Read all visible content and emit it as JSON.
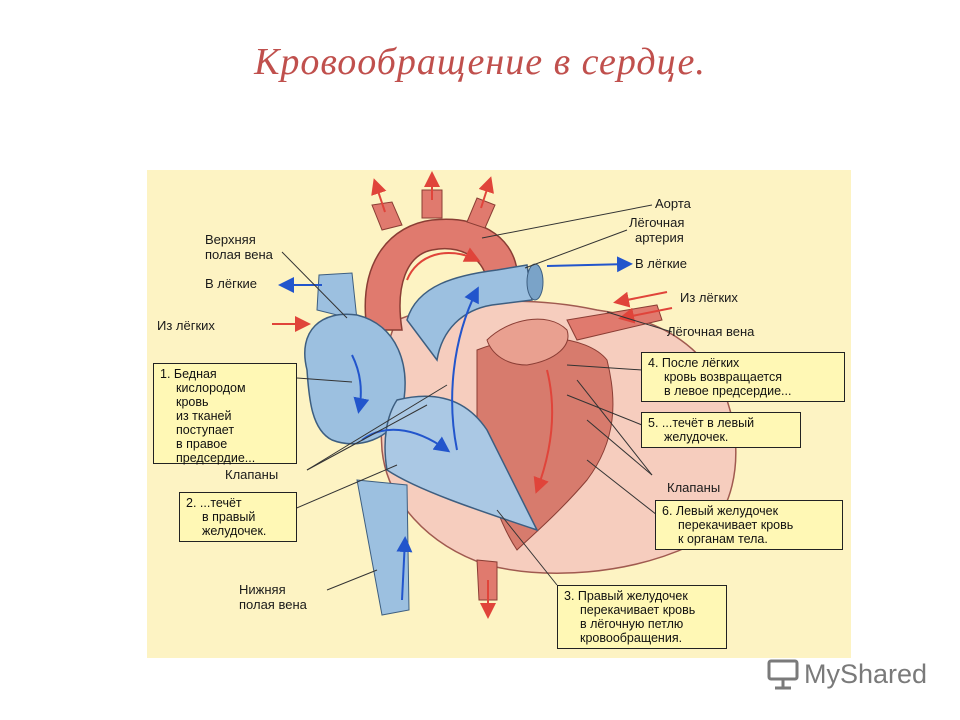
{
  "title": "Кровообращение в сердце.",
  "colors": {
    "title": "#c0504d",
    "background_panel": "#fdf3c3",
    "oxygen_poor": "#9cc0e0",
    "oxygen_rich": "#e07a6e",
    "arrow_blue": "#2255cc",
    "arrow_red": "#e0443a",
    "box_fill": "#fff8b5"
  },
  "labels": {
    "aorta": "Аорта",
    "pulmonary_artery_1": "Лёгочная",
    "pulmonary_artery_2": "артерия",
    "to_lungs_right": "В лёгкие",
    "superior_vena_1": "Верхняя",
    "superior_vena_2": "полая вена",
    "to_lungs_left": "В лёгкие",
    "from_lungs_left": "Из лёгких",
    "from_lungs_right": "Из лёгких",
    "pulmonary_vein": "Лёгочная вена",
    "valves_left": "Клапаны",
    "valves_right": "Клапаны",
    "inferior_vena_1": "Нижняя",
    "inferior_vena_2": "полая вена"
  },
  "boxes": {
    "b1": [
      "1. Бедная",
      "кислородом",
      "кровь",
      "из тканей",
      "поступает",
      "в правое",
      "предсердие..."
    ],
    "b2": [
      "2. ...течёт",
      "в правый",
      "желудочек."
    ],
    "b3": [
      "3. Правый желудочек",
      "перекачивает кровь",
      "в лёгочную петлю",
      "кровообращения."
    ],
    "b4": [
      "4. После лёгких",
      "кровь возвращается",
      "в левое предсердие..."
    ],
    "b5": [
      "5. ...течёт в левый",
      "желудочек."
    ],
    "b6": [
      "6. Левый желудочек",
      "перекачивает кровь",
      "к органам тела."
    ]
  },
  "watermark": {
    "icon": "presentation-board-icon",
    "text": "MyShared"
  }
}
